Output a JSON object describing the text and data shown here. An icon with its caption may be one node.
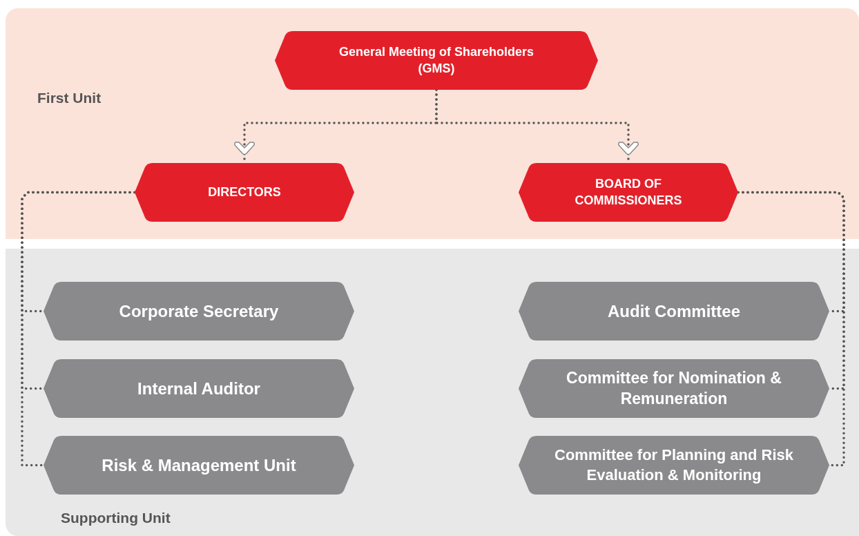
{
  "diagram": {
    "nodes": [
      {
        "text": [
          "First Unit"
        ]
      },
      {
        "text": [
          "General Meeting of Shareholders (GMS)"
        ],
        "in": 0
      },
      {
        "text": [
          "DIRECTORS"
        ],
        "in": 0
      },
      {
        "text": [
          "BOARD OF COMMISSIONERS"
        ],
        "in": 0
      },
      {
        "text": [
          "Supporting Unit"
        ]
      },
      {
        "text": [
          "Corporate Secretary"
        ],
        "in": 4
      },
      {
        "text": [
          "Internal Auditor"
        ],
        "in": 4
      },
      {
        "text": [
          "Risk & Management Unit"
        ],
        "in": 4
      },
      {
        "text": [
          "Audit Committee"
        ],
        "in": 4
      },
      {
        "text": [
          "Committee for Nomination & Remuneration"
        ],
        "in": 4
      },
      {
        "text": [
          "Committee for Planning and Risk Evaluation & Monitoring"
        ],
        "in": 4
      }
    ],
    "edges": [
      {
        "from": 1,
        "to": 2,
        "arrow": "to"
      },
      {
        "from": 1,
        "to": 3,
        "arrow": "to"
      },
      {
        "from": 2,
        "to": 5,
        "arrow": "none"
      },
      {
        "from": 2,
        "to": 6,
        "arrow": "none"
      },
      {
        "from": 2,
        "to": 7,
        "arrow": "none"
      },
      {
        "from": 3,
        "to": 8,
        "arrow": "none"
      },
      {
        "from": 3,
        "to": 9,
        "arrow": "none"
      },
      {
        "from": 3,
        "to": 10,
        "arrow": "none"
      }
    ]
  }
}
